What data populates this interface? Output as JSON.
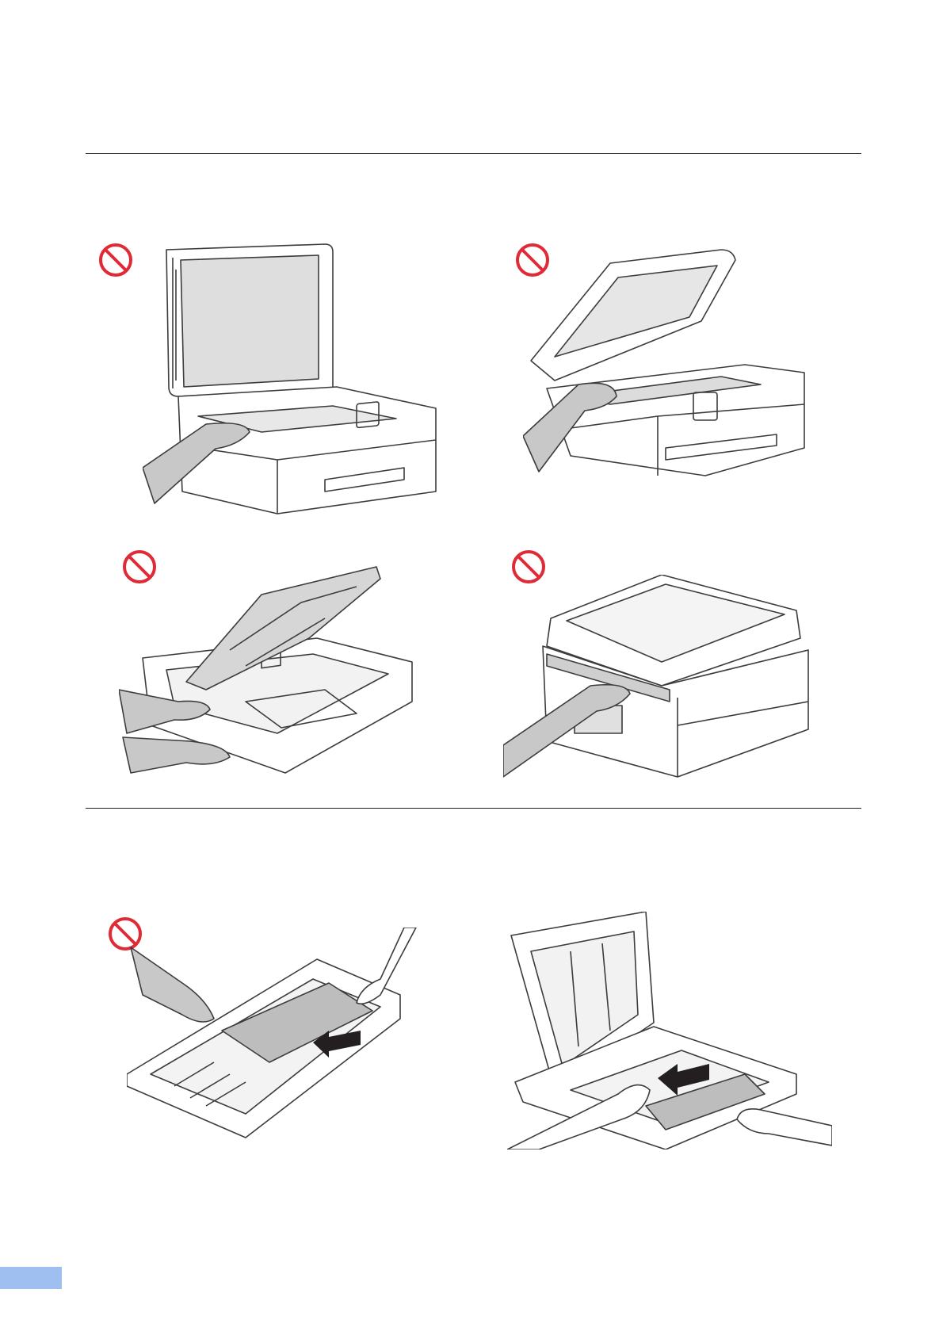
{
  "page": {
    "page_tab_color": "#9ebff0",
    "page_number": ""
  },
  "colors": {
    "prohibition": "#e02a36",
    "line_art": "#3c3c3c",
    "shade": "#c8c8c8",
    "rule": "#231f20"
  },
  "sections": [
    {
      "figures": [
        {
          "icon": "prohibition-icon",
          "subject": "hand-on-scanner-glass"
        },
        {
          "icon": "prohibition-icon",
          "subject": "hand-inside-open-scanner"
        },
        {
          "icon": "prohibition-icon",
          "subject": "hand-on-tray-cover"
        },
        {
          "icon": "prohibition-icon",
          "subject": "hand-on-rear-cover"
        }
      ]
    },
    {
      "figures": [
        {
          "icon": "prohibition-icon",
          "subject": "pushing-paper-guide-wrong"
        },
        {
          "icon": "",
          "subject": "pushing-paper-guide-correct"
        }
      ]
    }
  ]
}
